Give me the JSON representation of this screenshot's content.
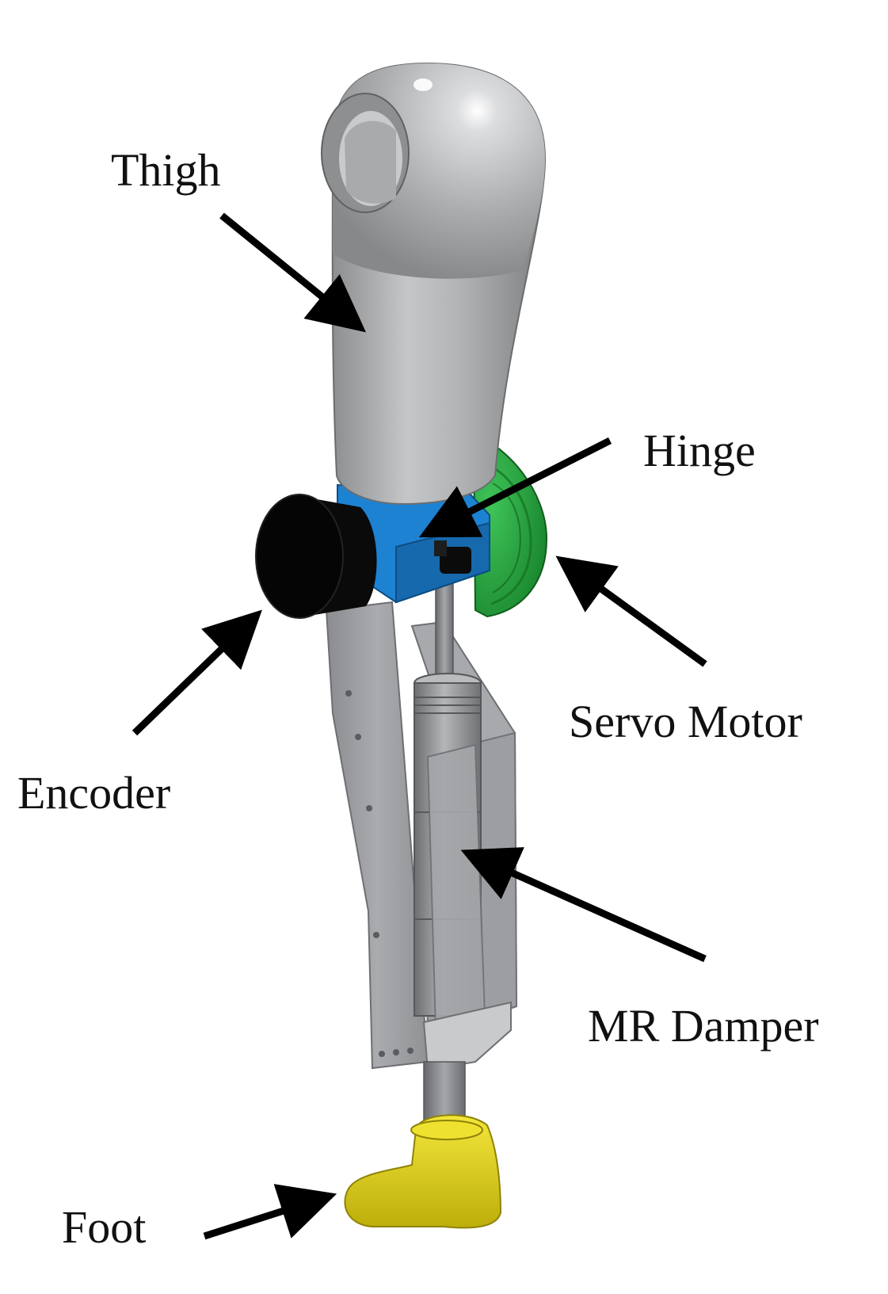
{
  "labels": {
    "thigh": "Thigh",
    "hinge": "Hinge",
    "servo_motor": "Servo Motor",
    "encoder": "Encoder",
    "mr_damper": "MR Damper",
    "foot": "Foot"
  },
  "colors": {
    "thigh": "#a9abad",
    "hinge": "#1c7fd0",
    "servo_motor": "#22a33a",
    "encoder": "#050505",
    "frame": "#9b9da0",
    "damper": "#8e9093",
    "foot": "#e0d21a",
    "arrow": "#000000"
  }
}
